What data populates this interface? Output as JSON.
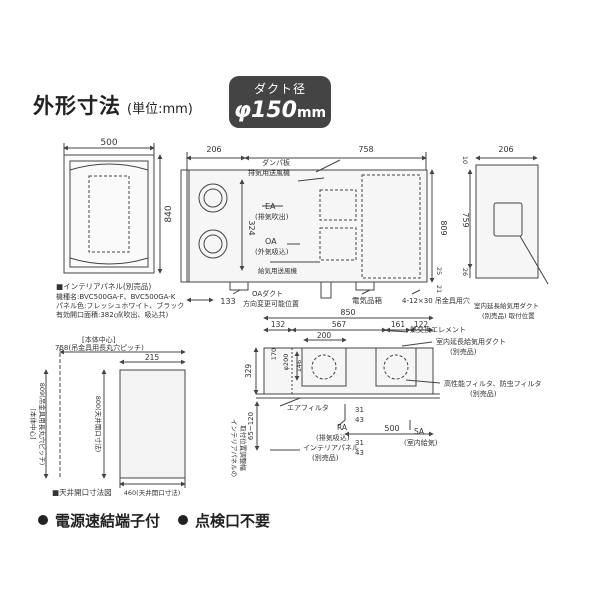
{
  "header": {
    "title": "外形寸法",
    "unit": "(単位:mm)",
    "duct_label": "ダクト径",
    "duct_value": "φ150",
    "duct_unit": "mm"
  },
  "front_view": {
    "dim_width": "500",
    "dim_height": "840",
    "caption": "■インテリアパネル(別売品)",
    "specs": [
      "機種名:BVC500GA-F、BVC500GA-K",
      "パネル色:フレッシュホワイト、ブラック",
      "有効開口面積:382㎠(吹出、吸込共)"
    ]
  },
  "side_view": {
    "dims": {
      "d206": "206",
      "d758": "758",
      "d133": "133",
      "d324": "324",
      "d809": "809",
      "d21": "21",
      "d25": "25"
    },
    "labels": {
      "damper": "ダンパ板",
      "exhaust_blower": "排気用送風機",
      "ea": "EA",
      "ea_sub": "(排気吹出)",
      "oa": "OA",
      "oa_sub": "(外気吸込)",
      "supply_blower": "給気用送風機",
      "oa_duct": "OAダクト",
      "oa_duct_sub": "方向変更可能位置",
      "electrical": "電気品箱",
      "bolt_hole": "4-12×30 吊金具用穴"
    }
  },
  "end_view": {
    "dims": {
      "d206": "206",
      "d10": "10",
      "d759": "759",
      "d26": "26"
    },
    "label": "室内延長給気用ダクト",
    "label_sub": "(別売品) 取付位置"
  },
  "plan_view": {
    "dims": {
      "d850": "850",
      "d132": "132",
      "d567": "567",
      "d161": "161",
      "d122": "122",
      "d200": "200",
      "d170": "170",
      "d146": "146",
      "d329": "329",
      "d31": "31",
      "d43": "43",
      "d500": "500",
      "d65_120": "65~120"
    },
    "diameter": "φ200",
    "labels": {
      "heat_exchanger": "熱交換エレメント",
      "indoor_duct": "室内延長給気用ダクト",
      "indoor_duct_sub": "(別売品)",
      "hp_filter": "高性能フィルタ、防虫フィルタ",
      "hp_filter_sub": "(別売品)",
      "air_filter": "エアフィルタ",
      "ra": "RA",
      "ra_sub": "(排気吸込)",
      "sa": "SA",
      "sa_sub": "(室内給気)",
      "interior_panel": "インテリアパネル",
      "interior_panel_sub": "(別売品)",
      "interior_mount": "インテリアパネルの",
      "interior_mount_sub": "取付位置調整幅"
    }
  },
  "ceiling_view": {
    "center_label": "[本体中心]",
    "pitch_label": "758(吊金具用長丸穴ピッチ)",
    "dim_215": "215",
    "vertical_label": "809(吊金具用長丸穴ピッチ)",
    "center_label_v": "[本体中心]",
    "opening_v": "800(天井開口寸法)",
    "opening_h": "460(天井開口寸法)",
    "caption": "■天井開口寸法図"
  },
  "features": [
    "電源速結端子付",
    "点検口不要"
  ]
}
